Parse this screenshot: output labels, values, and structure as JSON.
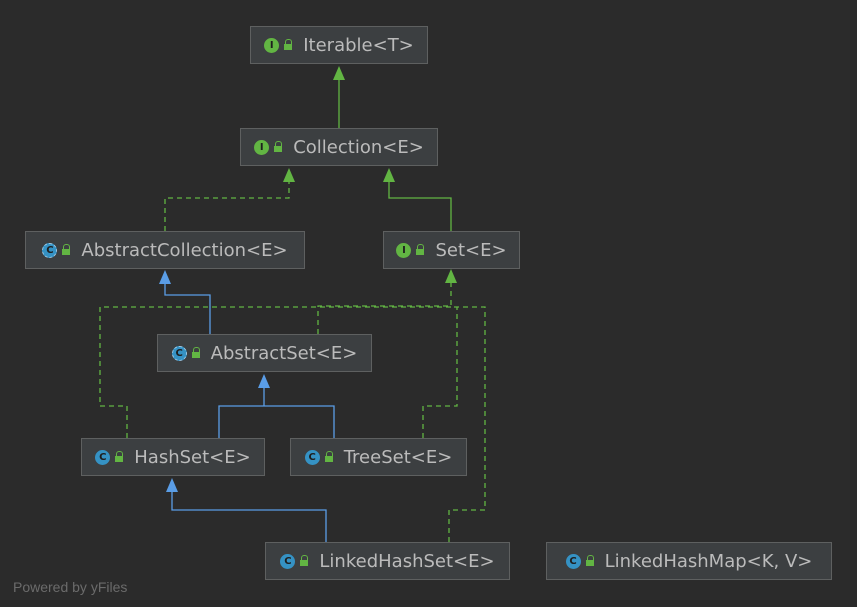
{
  "nodes": {
    "iterable": {
      "label": "Iterable<T>",
      "kind": "interface",
      "icon": "interface-icon",
      "kind_letter": "I"
    },
    "collection": {
      "label": "Collection<E>",
      "kind": "interface",
      "icon": "interface-icon",
      "kind_letter": "I"
    },
    "abstract_collection": {
      "label": "AbstractCollection<E>",
      "kind": "abstract-class",
      "icon": "abstract-class-icon",
      "kind_letter": "C"
    },
    "set": {
      "label": "Set<E>",
      "kind": "interface",
      "icon": "interface-icon",
      "kind_letter": "I"
    },
    "abstract_set": {
      "label": "AbstractSet<E>",
      "kind": "abstract-class",
      "icon": "abstract-class-icon",
      "kind_letter": "C"
    },
    "hash_set": {
      "label": "HashSet<E>",
      "kind": "class",
      "icon": "class-icon",
      "kind_letter": "C"
    },
    "tree_set": {
      "label": "TreeSet<E>",
      "kind": "class",
      "icon": "class-icon",
      "kind_letter": "C"
    },
    "linked_hash_set": {
      "label": "LinkedHashSet<E>",
      "kind": "class",
      "icon": "class-icon",
      "kind_letter": "C"
    },
    "linked_hash_map": {
      "label": "LinkedHashMap<K, V>",
      "kind": "class",
      "icon": "class-icon",
      "kind_letter": "C"
    }
  },
  "edges": [
    {
      "from": "collection",
      "to": "iterable",
      "relation": "extends-interface",
      "style": "solid",
      "color": "#62b543"
    },
    {
      "from": "abstract_collection",
      "to": "collection",
      "relation": "implements",
      "style": "dashed",
      "color": "#62b543"
    },
    {
      "from": "set",
      "to": "collection",
      "relation": "extends-interface",
      "style": "solid",
      "color": "#62b543"
    },
    {
      "from": "abstract_set",
      "to": "abstract_collection",
      "relation": "extends",
      "style": "solid",
      "color": "#5a9de6"
    },
    {
      "from": "abstract_set",
      "to": "set",
      "relation": "implements",
      "style": "dashed",
      "color": "#62b543"
    },
    {
      "from": "hash_set",
      "to": "abstract_set",
      "relation": "extends",
      "style": "solid",
      "color": "#5a9de6"
    },
    {
      "from": "tree_set",
      "to": "abstract_set",
      "relation": "extends",
      "style": "solid",
      "color": "#5a9de6"
    },
    {
      "from": "hash_set",
      "to": "set",
      "relation": "implements",
      "style": "dashed",
      "color": "#62b543"
    },
    {
      "from": "tree_set",
      "to": "set",
      "relation": "implements",
      "style": "dashed",
      "color": "#62b543"
    },
    {
      "from": "linked_hash_set",
      "to": "hash_set",
      "relation": "extends",
      "style": "solid",
      "color": "#5a9de6"
    },
    {
      "from": "linked_hash_set",
      "to": "set",
      "relation": "implements",
      "style": "dashed",
      "color": "#62b543"
    }
  ],
  "colors": {
    "background": "#2b2b2b",
    "node_fill": "#3c3f41",
    "node_border": "#5e6060",
    "text": "#bbbbbb",
    "interface_green": "#62b543",
    "class_blue": "#3592c4",
    "extends_blue": "#5a9de6"
  },
  "footer": {
    "watermark": "Powered by yFiles"
  }
}
